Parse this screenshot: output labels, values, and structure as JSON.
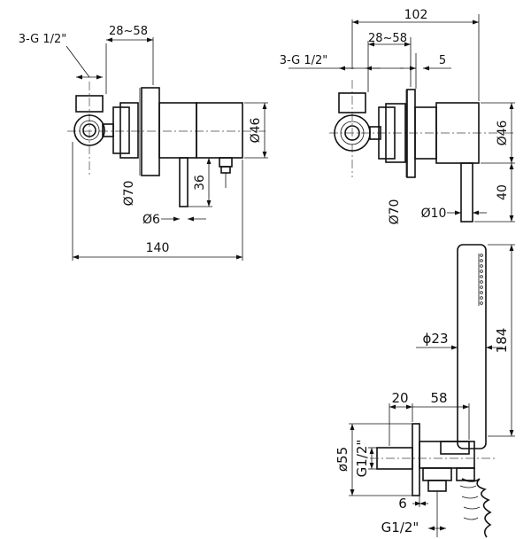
{
  "view_left": {
    "thread": "3-G 1/2\"",
    "inlet_range": "28~58",
    "body_dia": "Ø46",
    "plate_dia": "Ø70",
    "pin_dia": "Ø6",
    "outlet_drop": "36",
    "total_length": "140"
  },
  "view_right": {
    "total_length": "102",
    "inlet_range": "28~58",
    "thread": "3-G 1/2\"",
    "gap": "5",
    "body_dia": "Ø46",
    "lever_length": "40",
    "plate_dia": "Ø70",
    "lever_dia": "Ø10"
  },
  "view_shower": {
    "handle_dia": "ϕ23",
    "handle_length": "184",
    "plate_depth": "20",
    "outlet_depth": "58",
    "plate_dia": "ø55",
    "inlet_thread": "G1/2\"",
    "nipple_length": "6",
    "hose_thread": "G1/2\""
  }
}
